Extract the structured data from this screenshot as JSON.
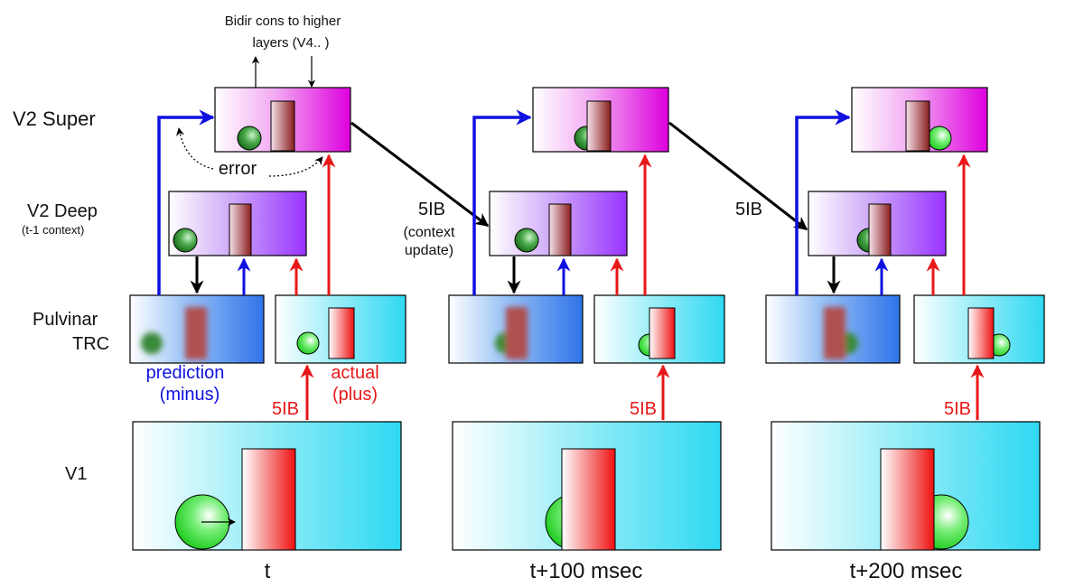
{
  "row_labels": {
    "v2_super": "V2 Super",
    "v2_deep": "V2 Deep",
    "v2_deep_sub": "(t-1 context)",
    "pulvinar_line1": "Pulvinar",
    "pulvinar_line2": "TRC",
    "v1": "V1"
  },
  "top_note": {
    "line1": "Bidir cons to higher",
    "line2": "layers (V4.. )"
  },
  "annotations": {
    "error": "error",
    "prediction": "prediction",
    "minus": "(minus)",
    "actual": "actual",
    "plus": "(plus)",
    "five_ib": "5IB",
    "context_1": "(context",
    "context_2": "update)"
  },
  "time_labels": [
    "t",
    "t+100 msec",
    "t+200 msec"
  ],
  "colors": {
    "prediction_arrow": "#1010e0",
    "actual_arrow": "#e81818",
    "context_arrow": "#000000",
    "super_layer": "#dd00dd",
    "deep_layer": "#9933ff",
    "pulvinar_prediction": "#3377ee",
    "pulvinar_actual": "#33ddee",
    "v1_layer": "#33ddee",
    "ball": "#22cc22",
    "bar": "#ee1111"
  }
}
